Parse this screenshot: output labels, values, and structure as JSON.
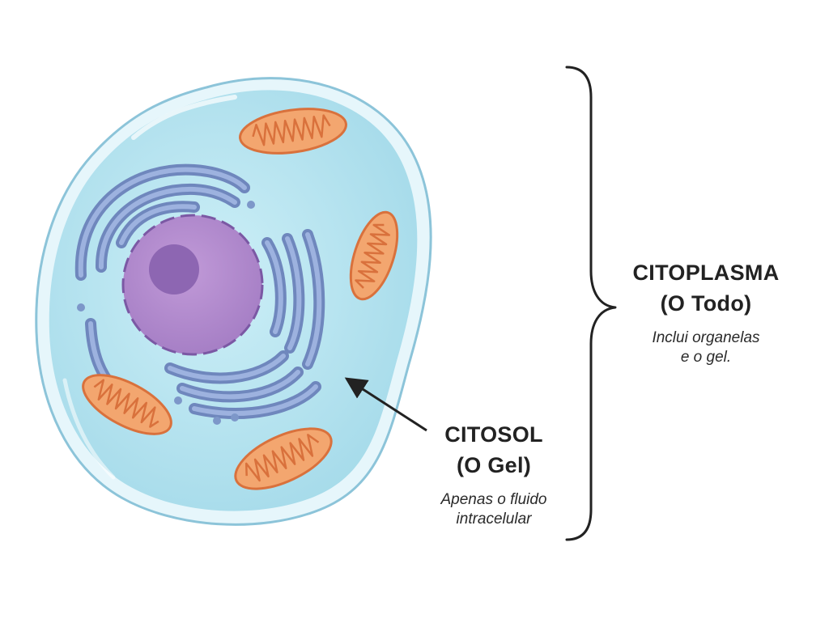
{
  "citoplasma": {
    "title_line1": "CITOPLASMA",
    "title_line2": "(O Todo)",
    "sub_line1": "Inclui organelas",
    "sub_line2": "e o gel."
  },
  "citosol": {
    "title_line1": "CITOSOL",
    "title_line2": "(O Gel)",
    "sub_line1": "Apenas o fluido",
    "sub_line2": "intracelular"
  },
  "colors": {
    "cell_fill": "#bfe8f2",
    "cell_outline": "#86bfd6",
    "nucleus": "#b48ed0",
    "nucleolus": "#8d66b2",
    "reticulum": "#7d97c9",
    "mitochondria_fill": "#f3a66f",
    "mitochondria_outline": "#d9713c",
    "ink": "#222222"
  },
  "icons": {
    "bracket": "curly-brace-icon",
    "pointer": "arrow-icon"
  }
}
